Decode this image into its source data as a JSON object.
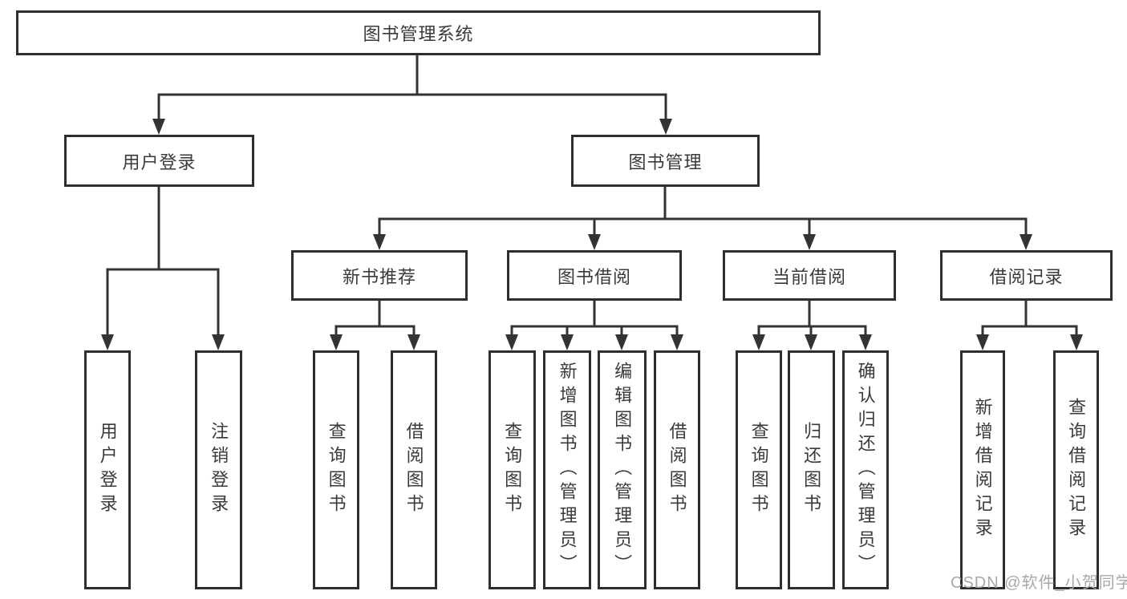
{
  "tree": {
    "root": {
      "label": "图书管理系统"
    },
    "branches": {
      "user_login": {
        "label": "用户登录",
        "children": {
          "login": "用户登录",
          "logout": "注销登录"
        }
      },
      "book_management": {
        "label": "图书管理",
        "children": {
          "new_book_recommend": {
            "label": "新书推荐",
            "children": {
              "query_books": "查询图书",
              "borrow_books": "借阅图书"
            }
          },
          "book_borrowing": {
            "label": "图书借阅",
            "children": {
              "query_books": "查询图书",
              "add_books": "新增图书（管理员）",
              "edit_books": "编辑图书（管理员）",
              "borrow_books": "借阅图书"
            }
          },
          "current_borrowing": {
            "label": "当前借阅",
            "children": {
              "query_books": "查询图书",
              "return_books": "归还图书",
              "confirm_return": "确认归还（管理员）"
            }
          },
          "borrowing_records": {
            "label": "借阅记录",
            "children": {
              "add_record": "新增借阅记录",
              "query_record": "查询借阅记录"
            }
          }
        }
      }
    }
  },
  "watermark": "CSDN @软件_小贺同学",
  "colors": {
    "line": "#333333",
    "box_border": "#2e2e2e",
    "text": "#3a3a3a",
    "watermark": "#a8a8a8",
    "background": "#ffffff"
  }
}
